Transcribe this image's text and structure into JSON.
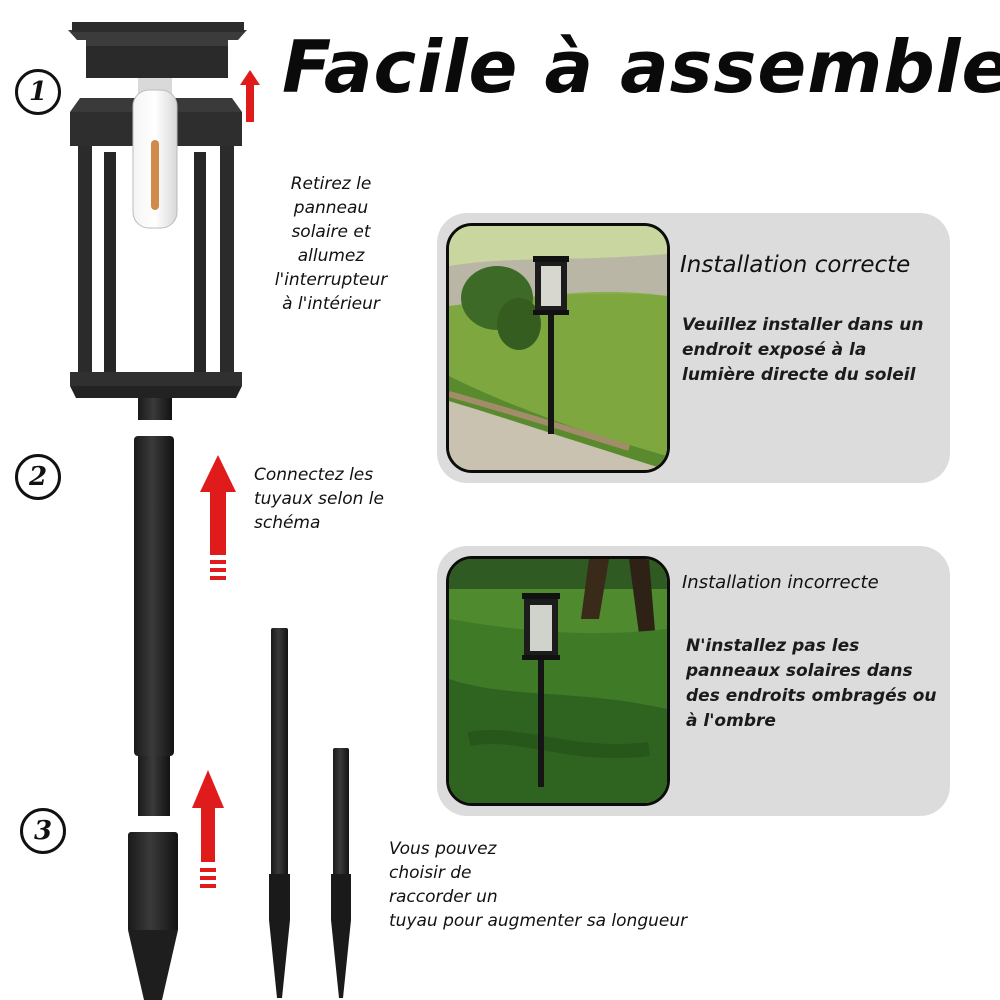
{
  "title": "Facile à assembler",
  "steps": [
    {
      "number": "1",
      "lines": [
        "Retirez le",
        "panneau",
        "solaire et",
        "allumez",
        "l'interrupteur",
        "à l'intérieur"
      ]
    },
    {
      "number": "2",
      "lines": [
        "Connectez les",
        "tuyaux selon le",
        "schéma"
      ]
    },
    {
      "number": "3",
      "lines": [
        "Vous pouvez",
        "choisir de",
        "raccorder un",
        "tuyau pour augmenter sa longueur"
      ]
    }
  ],
  "panels": {
    "correct": {
      "title": "Installation correcte",
      "lines": [
        "Veuillez installer dans un",
        "endroit exposé à la",
        "lumière directe du soleil"
      ]
    },
    "incorrect": {
      "title": "Installation incorrecte",
      "lines": [
        "N'installez pas les",
        "panneaux solaires dans",
        "des endroits ombragés ou",
        "à l'ombre"
      ]
    }
  },
  "colors": {
    "arrow_red": "#e01b1b",
    "lamp_black": "#222222",
    "panel_gray": "#dcdcdc"
  },
  "icons": [
    "up-arrow-icon"
  ]
}
